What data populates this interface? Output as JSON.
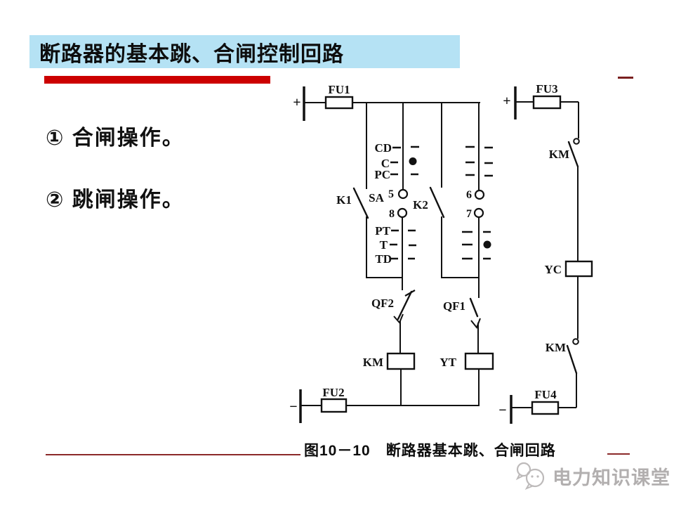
{
  "slide": {
    "title": "断路器的基本跳、合闸控制回路",
    "bullet_1": "① 合闸操作。",
    "bullet_2": "② 跳闸操作。",
    "caption": "图10－10　断路器基本跳、合闸回路",
    "watermark_text": "电力知识课堂"
  },
  "colors": {
    "title_bg": "#b5e2f4",
    "accent_red": "#cc0000",
    "divider_red": "#8b2a2a",
    "watermark_gray": "#b2afaf",
    "ink": "#141414"
  },
  "diagram": {
    "polarity": {
      "plus": "+",
      "minus": "−"
    },
    "fuses": {
      "fu1": "FU1",
      "fu2": "FU2",
      "fu3": "FU3",
      "fu4": "FU4"
    },
    "relays": {
      "k1": "K1",
      "k2": "K2",
      "sa": "SA",
      "qf1": "QF1",
      "qf2": "QF2"
    },
    "coils": {
      "km": "KM",
      "yt": "YT",
      "yc": "YC"
    },
    "aux_contacts": {
      "km_upper": "KM",
      "km_lower": "KM"
    },
    "terminals": {
      "t5": "5",
      "t6": "6",
      "t7": "7",
      "t8": "8"
    },
    "close_rows": [
      "CD",
      "C",
      "PC"
    ],
    "trip_rows": [
      "PT",
      "T",
      "TD"
    ]
  }
}
